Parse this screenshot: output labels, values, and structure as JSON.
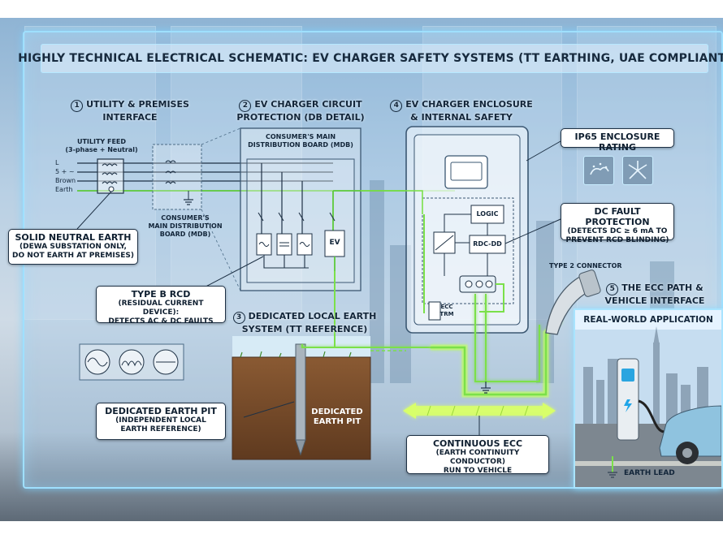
{
  "title": "HIGHLY TECHNICAL ELECTRICAL SCHEMATIC: EV CHARGER SAFETY SYSTEMS (TT EARTHING, UAE COMPLIANT)",
  "sections": {
    "s1": {
      "num": "1",
      "title_l1": "UTILITY & PREMISES",
      "title_l2": "INTERFACE"
    },
    "s2": {
      "num": "2",
      "title_l1": "EV CHARGER CIRCUIT",
      "title_l2": "PROTECTION (DB DETAIL)"
    },
    "s3": {
      "num": "3",
      "title_l1": "DEDICATED LOCAL EARTH",
      "title_l2": "SYSTEM (TT REFERENCE)"
    },
    "s4": {
      "num": "4",
      "title_l1": "EV CHARGER ENCLOSURE",
      "title_l2": "& INTERNAL SAFETY"
    },
    "s5": {
      "num": "5",
      "title_l1": "THE ECC PATH &",
      "title_l2": "VEHICLE INTERFACE"
    }
  },
  "utility": {
    "feed_l1": "UTILITY FEED",
    "feed_l2": "(3-phase + Neutral)",
    "lines": [
      "L",
      "5 + ~",
      "Brown",
      "Earth"
    ]
  },
  "mdb_small": {
    "l1": "CONSUMER'S",
    "l2": "MAIN DISTRIBUTION",
    "l3": "BOARD (MDB)"
  },
  "mdb_large": {
    "l1": "CONSUMER'S MAIN",
    "l2": "DISTRIBUTION BOARD (MDB)"
  },
  "ev_breaker": "EV",
  "callouts": {
    "neutral_earth": {
      "l1": "SOLID NEUTRAL EARTH",
      "l2": "(DEWA SUBSTATION ONLY,",
      "l3": "DO NOT EARTH AT PREMISES)"
    },
    "type_b": {
      "l1": "TYPE B RCD",
      "l2": "(RESIDUAL CURRENT DEVICE):",
      "l3": "DETECTS AC & DC FAULTS"
    },
    "earth_pit": {
      "l1": "DEDICATED EARTH PIT",
      "l2": "(INDEPENDENT LOCAL",
      "l3": "EARTH REFERENCE)"
    },
    "ip65": {
      "l1": "IP65 ENCLOSURE RATING"
    },
    "dc_fault": {
      "l1": "DC FAULT PROTECTION",
      "l2": "(DETECTS DC ≥ 6 mA TO",
      "l3": "PREVENT RCD BLINDING)"
    },
    "ecc": {
      "l1": "CONTINUOUS ECC",
      "l2": "(EARTH CONTINUITY CONDUCTOR)",
      "l3": "RUN TO VEHICLE"
    }
  },
  "earth_pit_label": {
    "l1": "DEDICATED",
    "l2": "EARTH PIT"
  },
  "charger": {
    "logic": "LOGIC",
    "rdc": "RDC-DD",
    "ecc_trm_l1": "ECC",
    "ecc_trm_l2": "TRM"
  },
  "connector_label": "TYPE 2 CONNECTOR",
  "real_world": {
    "title": "REAL-WORLD APPLICATION",
    "earth_lead": "EARTH LEAD"
  },
  "colors": {
    "wire_green": "#7be04a",
    "wire_glow": "#c7ff6e",
    "panel_border": "#9fe0ff",
    "ink": "#13263a"
  }
}
